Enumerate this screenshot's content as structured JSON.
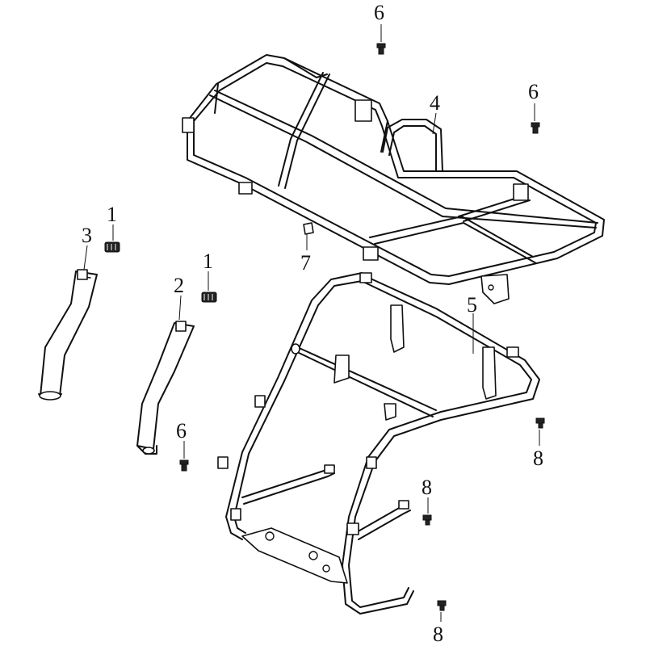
{
  "callouts": [
    {
      "id": "c6a",
      "label": "6"
    },
    {
      "id": "c6b",
      "label": "6"
    },
    {
      "id": "c4",
      "label": "4"
    },
    {
      "id": "c1a",
      "label": "1"
    },
    {
      "id": "c3",
      "label": "3"
    },
    {
      "id": "c7",
      "label": "7"
    },
    {
      "id": "c1b",
      "label": "1"
    },
    {
      "id": "c2",
      "label": "2"
    },
    {
      "id": "c5",
      "label": "5"
    },
    {
      "id": "c6c",
      "label": "6"
    },
    {
      "id": "c8a",
      "label": "8"
    },
    {
      "id": "c8b",
      "label": "8"
    },
    {
      "id": "c8c",
      "label": "8"
    }
  ]
}
